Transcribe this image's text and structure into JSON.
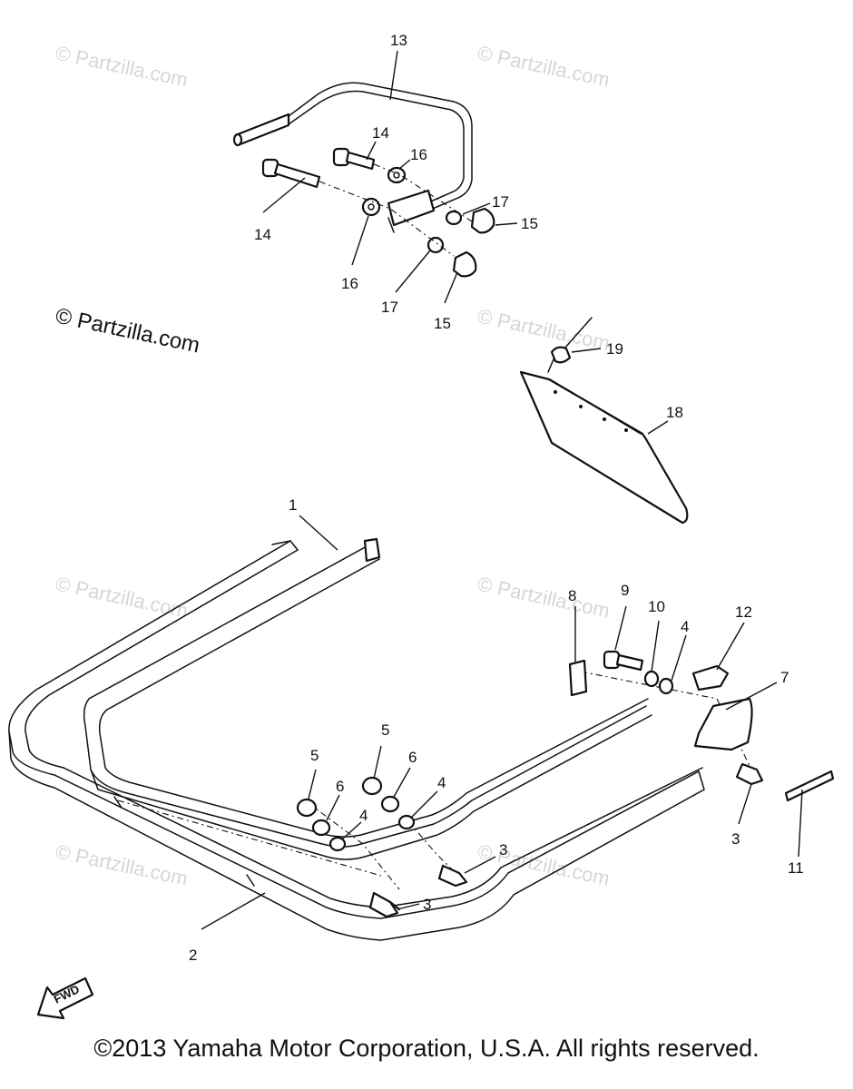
{
  "watermark": "© Partzilla.com",
  "callouts": {
    "c1": "1",
    "c2": "2",
    "c3a": "3",
    "c3b": "3",
    "c3c": "3",
    "c4a": "4",
    "c4b": "4",
    "c4c": "4",
    "c5a": "5",
    "c5b": "5",
    "c6a": "6",
    "c6b": "6",
    "c7": "7",
    "c8": "8",
    "c9": "9",
    "c10": "10",
    "c11": "11",
    "c12": "12",
    "c13": "13",
    "c14a": "14",
    "c14b": "14",
    "c15a": "15",
    "c15b": "15",
    "c16a": "16",
    "c16b": "16",
    "c17a": "17",
    "c17b": "17",
    "c18": "18",
    "c19": "19"
  },
  "fwd_label": "FWD",
  "copyright": "©2013  Yamaha Motor Corporation, U.S.A. All rights reserved."
}
